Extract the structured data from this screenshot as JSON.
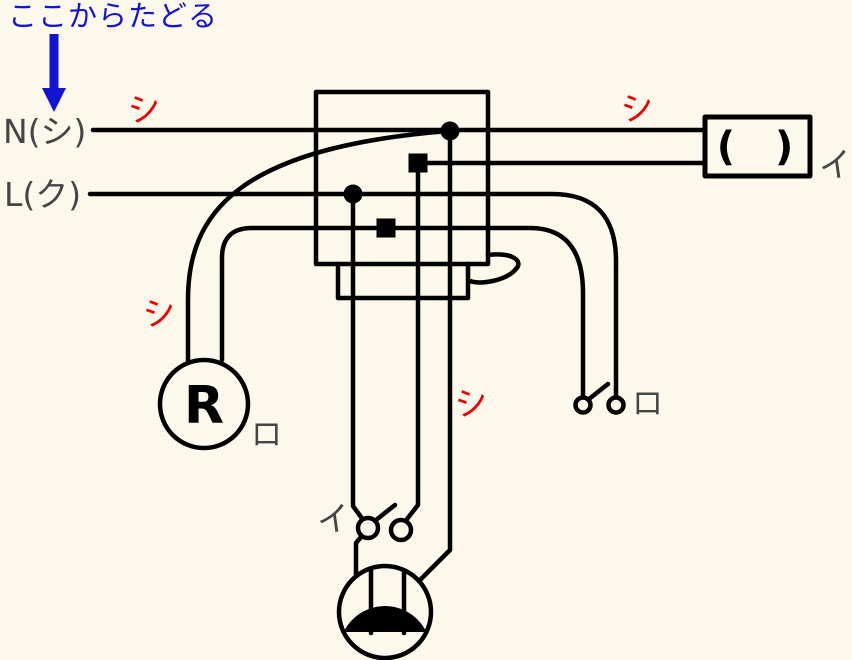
{
  "colors": {
    "background": "#FCF8EB",
    "line": "#000000",
    "red": "#EE0000",
    "blue": "#1313D2",
    "gray": "#454545"
  },
  "annotation": {
    "trace_hint": "ここからたどる"
  },
  "power_source": {
    "neutral_label": "N(シ)",
    "live_label": "L(ク)"
  },
  "wire_marks": {
    "neutral_left": "シ",
    "neutral_right": "シ",
    "lamp_neutral": "シ",
    "outlet_neutral": "シ"
  },
  "devices": {
    "ceiling_rosette": {
      "symbol": "( )",
      "circuit_label": "イ"
    },
    "lamp_receptacle": {
      "symbol": "R",
      "circuit_label": "ロ"
    },
    "switch_i": {
      "label": "イ"
    },
    "switch_ro": {
      "label": "ロ"
    }
  }
}
